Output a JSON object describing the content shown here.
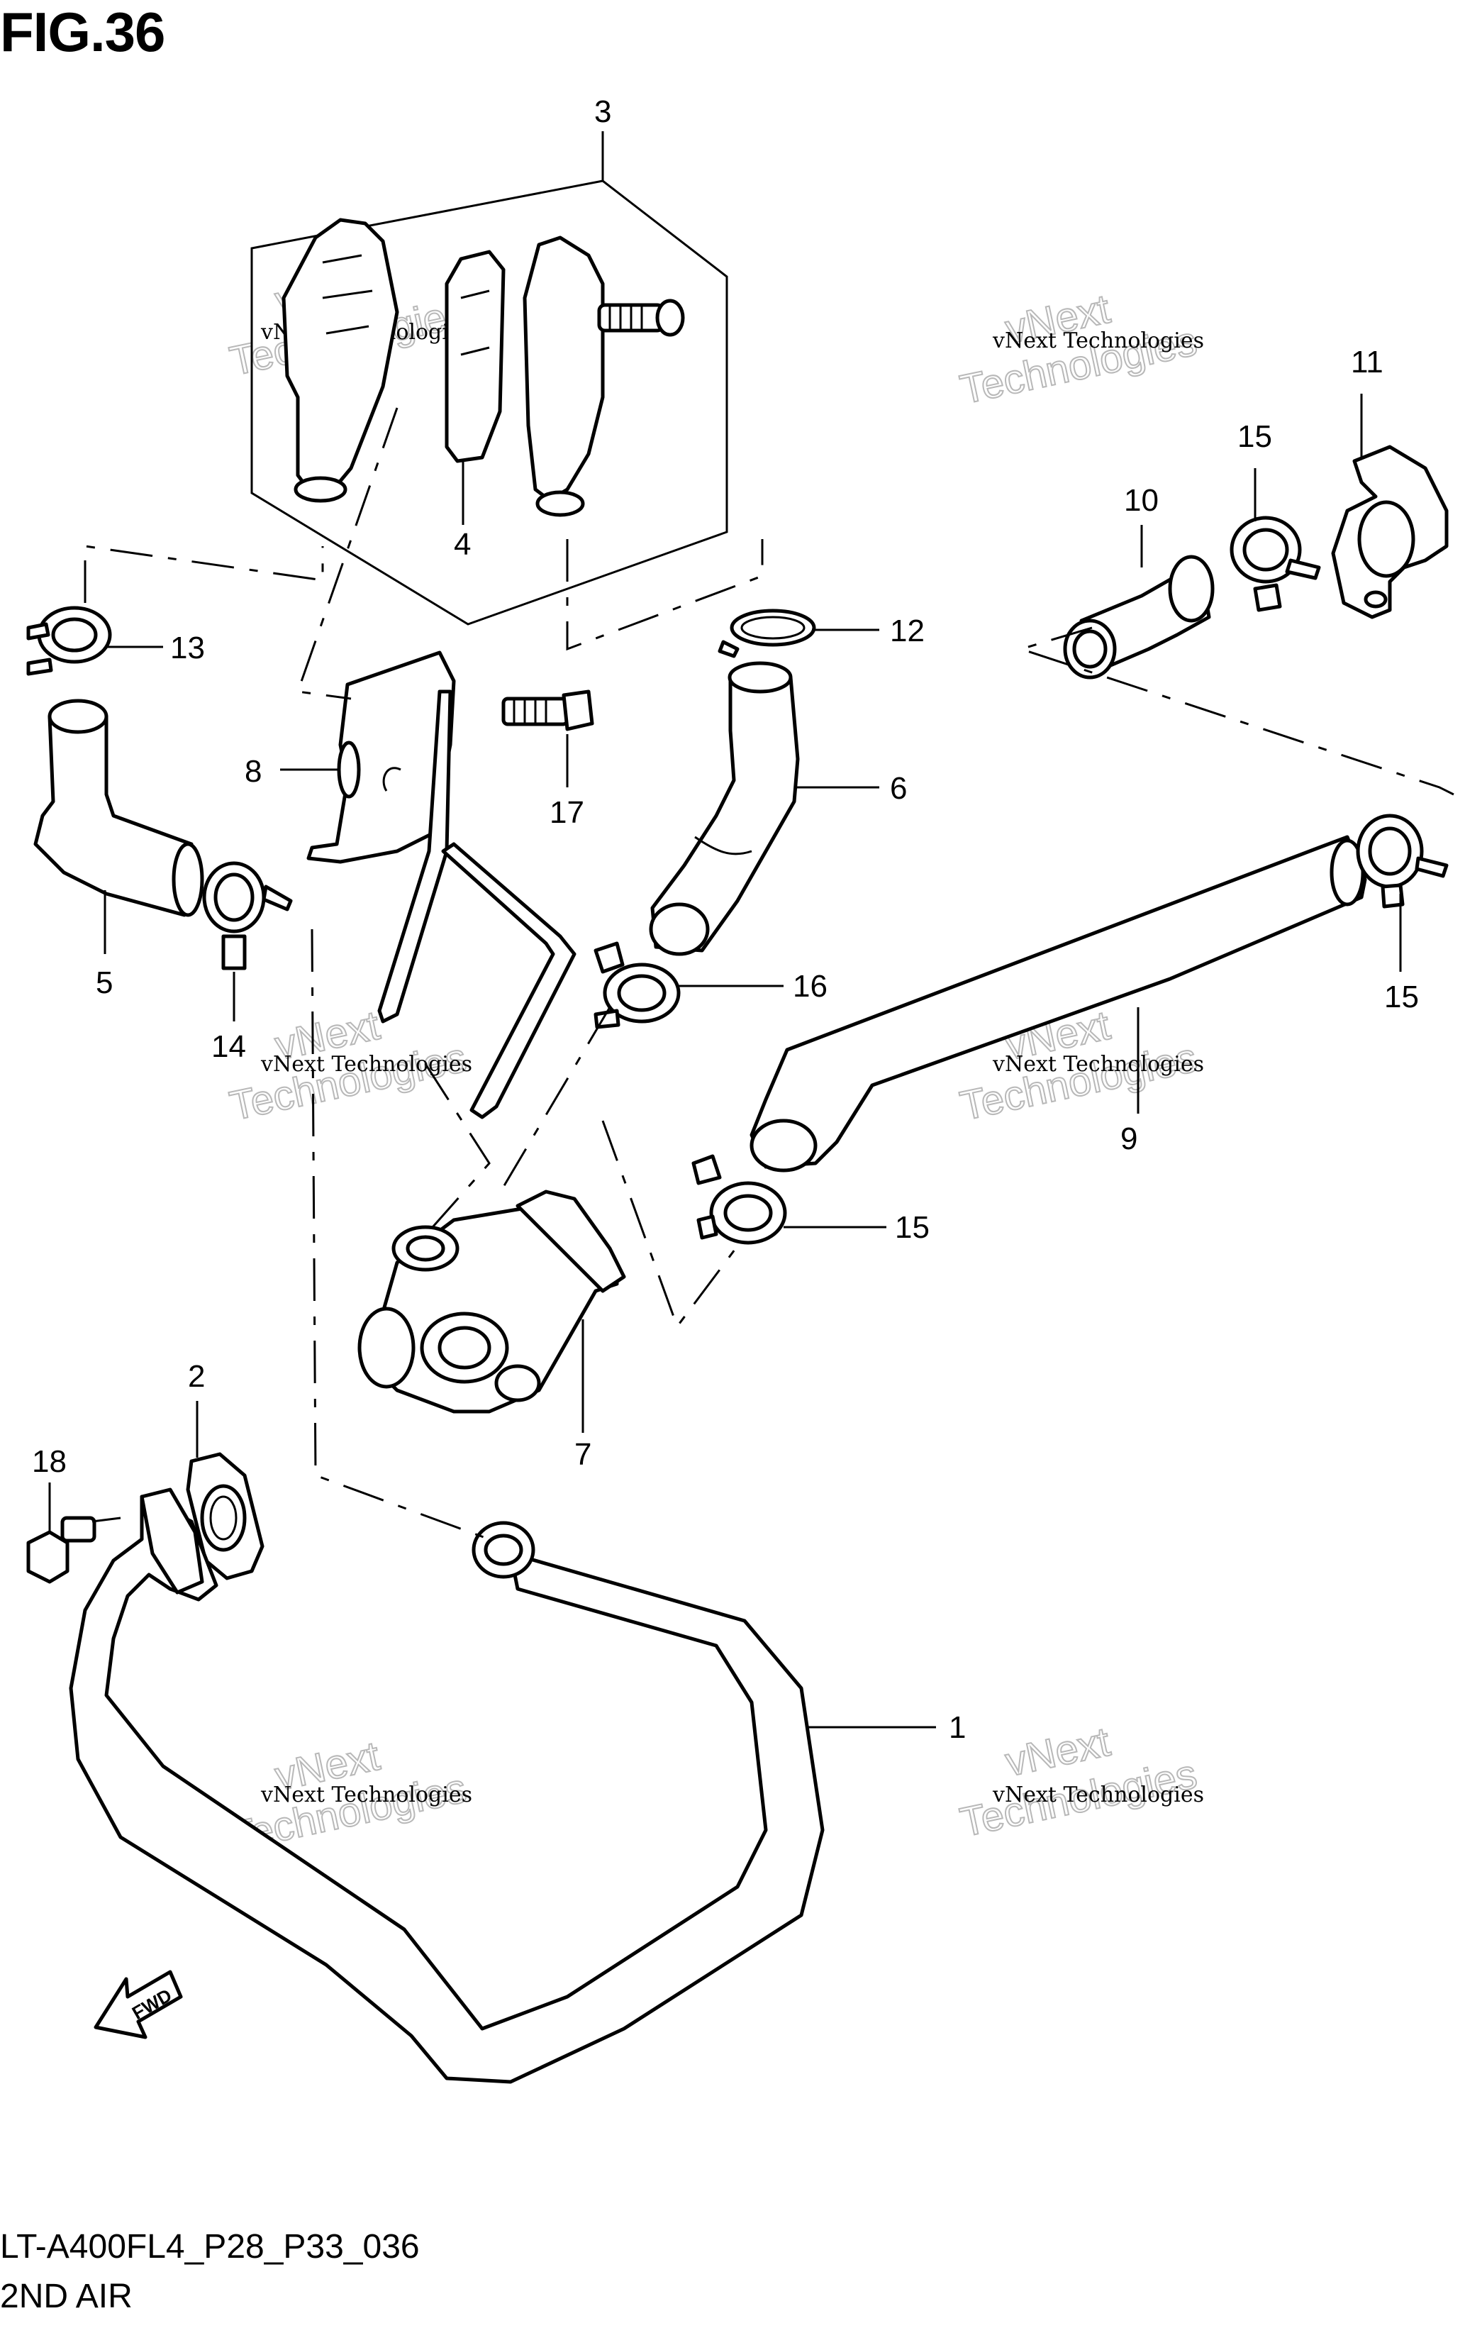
{
  "figure": {
    "title": "FIG.36"
  },
  "footer": {
    "code": "LT-A400FL4_P28_P33_036",
    "name": "2ND AIR"
  },
  "watermark": {
    "line1": "vNext Technologies",
    "line2": "vNext",
    "line3": "Technologies"
  },
  "fwd_label": "FWD",
  "callouts": {
    "c1": "1",
    "c2": "2",
    "c3": "3",
    "c4": "4",
    "c5": "5",
    "c6": "6",
    "c7": "7",
    "c8": "8",
    "c9": "9",
    "c10": "10",
    "c11": "11",
    "c12": "12",
    "c13": "13",
    "c14": "14",
    "c15a": "15",
    "c15b": "15",
    "c15c": "15",
    "c16": "16",
    "c17": "17",
    "c18": "18"
  }
}
